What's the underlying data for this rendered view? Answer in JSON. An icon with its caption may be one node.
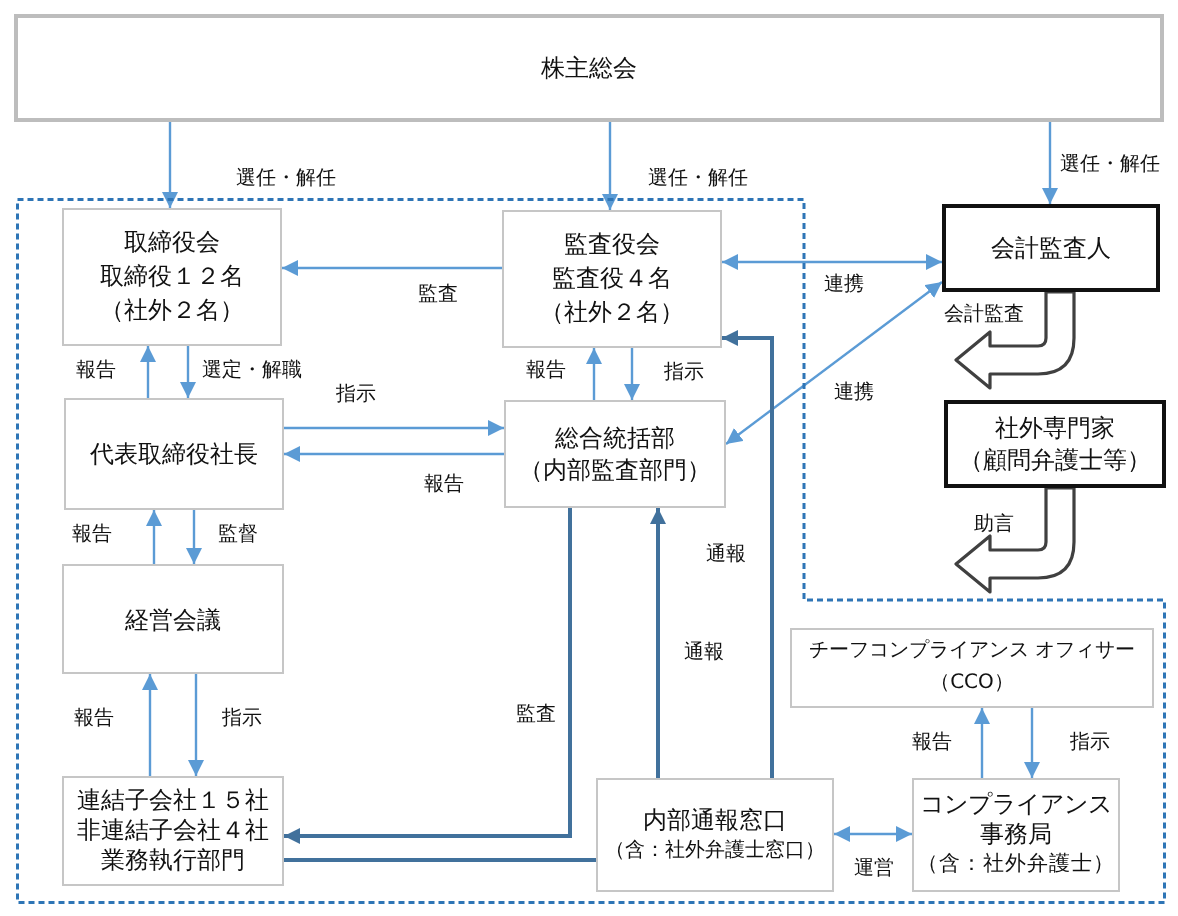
{
  "diagram": {
    "nodes": [
      {
        "text": [
          "株主総会"
        ]
      },
      {
        "text": [],
        "shape": "box"
      },
      {
        "text": [
          "取締役会",
          "取締役１２名",
          "（社外２名）"
        ],
        "in": 1
      },
      {
        "text": [
          "監査役会",
          "監査役４名",
          "（社外２名）"
        ],
        "in": 1
      },
      {
        "text": [
          "会計監査人"
        ]
      },
      {
        "text": [
          "代表取締役社長"
        ],
        "in": 1
      },
      {
        "text": [
          "総合統括部",
          "（内部監査部門）"
        ],
        "in": 1
      },
      {
        "text": [
          "社外専門家",
          "（顧問弁護士等）"
        ]
      },
      {
        "text": [
          "経営会議"
        ],
        "in": 1
      },
      {
        "text": [
          "チーフコンプライアンス オフィサー",
          "（CCO）"
        ],
        "in": 1
      },
      {
        "text": [
          "連結子会社１５社",
          "非連結子会社４社",
          "業務執行部門"
        ],
        "in": 1
      },
      {
        "text": [
          "内部通報窓口",
          "（含：社外弁護士窓口）"
        ],
        "in": 1
      },
      {
        "text": [
          "コンプライアンス事務局",
          "（含：社外弁護士）"
        ],
        "in": 1
      }
    ],
    "edges": [
      {
        "from": 0,
        "to": 2,
        "arrow": "to",
        "label": "選任・解任"
      },
      {
        "from": 0,
        "to": 3,
        "arrow": "to",
        "label": "選任・解任"
      },
      {
        "from": 0,
        "to": 4,
        "arrow": "to",
        "label": "選任・解任"
      },
      {
        "from": 3,
        "to": 2,
        "arrow": "to",
        "label": "監査"
      },
      {
        "from": 3,
        "to": 4,
        "arrow": "both",
        "label": "連携"
      },
      {
        "from": 4,
        "to": null,
        "arrow": "to",
        "label": "会計監査",
        "style": "thick",
        "color": "#404040"
      },
      {
        "from": 5,
        "to": 2,
        "arrow": "to",
        "label": "報告"
      },
      {
        "from": 2,
        "to": 5,
        "arrow": "to",
        "label": "選定・解職"
      },
      {
        "from": 6,
        "to": 3,
        "arrow": "to",
        "label": "報告"
      },
      {
        "from": 3,
        "to": 6,
        "arrow": "to",
        "label": "指示"
      },
      {
        "from": 5,
        "to": 6,
        "arrow": "to",
        "label": "指示"
      },
      {
        "from": 6,
        "to": 5,
        "arrow": "to",
        "label": "報告"
      },
      {
        "from": 6,
        "to": 4,
        "arrow": "both",
        "label": "連携"
      },
      {
        "from": 7,
        "to": null,
        "arrow": "to",
        "label": "助言",
        "style": "thick",
        "color": "#404040"
      },
      {
        "from": 8,
        "to": 5,
        "arrow": "to",
        "label": "報告"
      },
      {
        "from": 5,
        "to": 8,
        "arrow": "to",
        "label": "監督"
      },
      {
        "from": 10,
        "to": 8,
        "arrow": "to",
        "label": "報告"
      },
      {
        "from": 8,
        "to": 10,
        "arrow": "to",
        "label": "指示"
      },
      {
        "from": 12,
        "to": 9,
        "arrow": "to",
        "label": "報告"
      },
      {
        "from": 9,
        "to": 12,
        "arrow": "to",
        "label": "指示"
      },
      {
        "from": 11,
        "to": 3,
        "arrow": "to",
        "label": "通報",
        "color": "#41719c"
      },
      {
        "from": 11,
        "to": 6,
        "arrow": "to",
        "label": "通報",
        "color": "#41719c"
      },
      {
        "from": 6,
        "to": 10,
        "arrow": "to",
        "label": "監査",
        "color": "#41719c"
      },
      {
        "from": 10,
        "to": 11,
        "arrow": "none",
        "color": "#41719c"
      },
      {
        "from": 11,
        "to": 12,
        "arrow": "both",
        "label": "運営"
      }
    ]
  }
}
